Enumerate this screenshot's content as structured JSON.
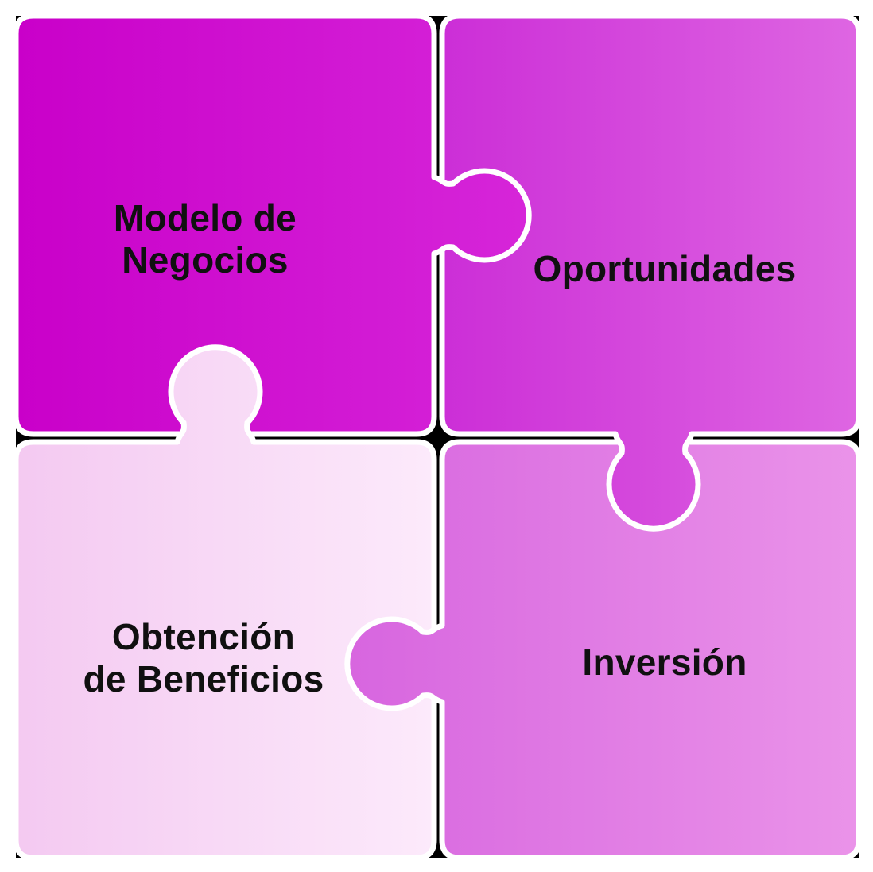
{
  "diagram": {
    "type": "puzzle-infographic",
    "background_color": "#ffffff",
    "backdrop_color": "#000000",
    "stroke_color": "#ffffff",
    "text_color": "#101010",
    "pieces": [
      {
        "id": "top-left",
        "label": "Modelo de Negocios",
        "label_lines": [
          "Modelo de",
          "Negocios"
        ],
        "tab_direction": "right",
        "gradient": {
          "from": "#c900c9",
          "to": "#d626d9"
        }
      },
      {
        "id": "top-right",
        "label": "Oportunidades",
        "label_lines": [
          "Oportunidades"
        ],
        "tab_direction": "bottom",
        "gradient": {
          "from": "#cc2ed7",
          "to": "#de66e2"
        }
      },
      {
        "id": "bottom-left",
        "label": "Obtención de Beneficios",
        "label_lines": [
          "Obtención",
          "de Beneficios"
        ],
        "tab_direction": "top",
        "gradient": {
          "from": "#f4c9f1",
          "to": "#fceafb"
        }
      },
      {
        "id": "bottom-right",
        "label": "Inversión",
        "label_lines": [
          "Inversión"
        ],
        "tab_direction": "left",
        "gradient": {
          "from": "#d765df",
          "to": "#ea93e9"
        }
      }
    ]
  }
}
